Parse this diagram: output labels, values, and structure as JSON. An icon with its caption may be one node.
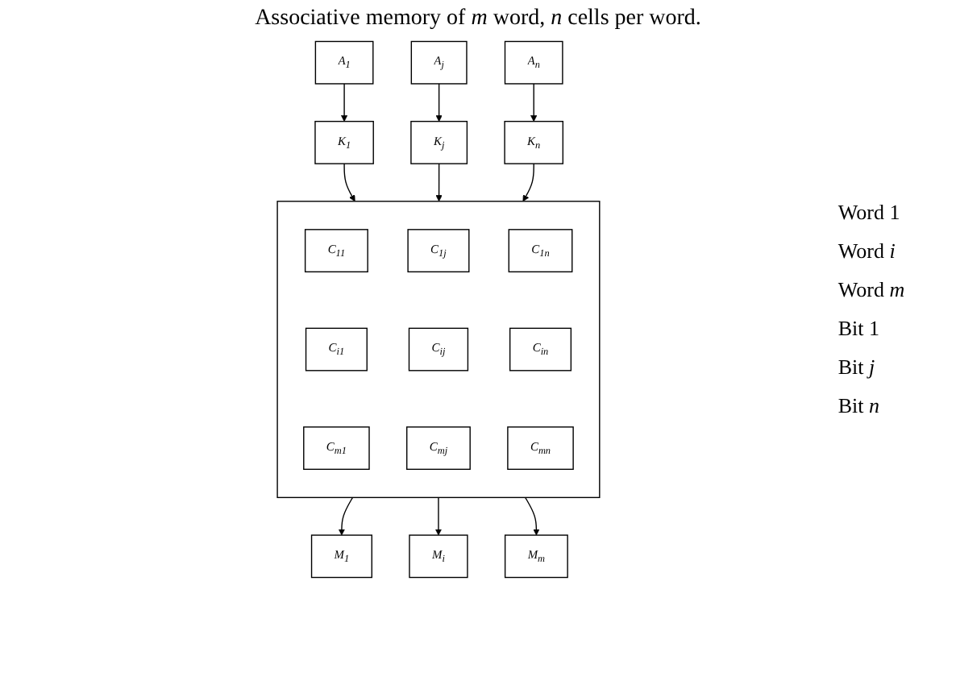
{
  "diagram": {
    "title": "Associative memory of *m* word, *n* cells per word.",
    "nodes": [
      {
        "text": [
          "A$_{1}$"
        ]
      },
      {
        "text": [
          "A$_{j}$"
        ]
      },
      {
        "text": [
          "A$_{n}$"
        ]
      },
      {
        "text": [
          "K$_{1}$"
        ]
      },
      {
        "text": [
          "K$_{j}$"
        ]
      },
      {
        "text": [
          "K$_{n}$"
        ]
      },
      {
        "text": [],
        "shape": "box"
      },
      {
        "text": [
          "C$_{11}$"
        ],
        "in": 6
      },
      {
        "text": [
          "C$_{1j}$"
        ],
        "in": 6
      },
      {
        "text": [
          "C$_{1n}$"
        ],
        "in": 6
      },
      {
        "text": [
          "M$_{1}$"
        ]
      },
      {
        "text": [
          "C$_{i1}$"
        ],
        "in": 6
      },
      {
        "text": [
          "C$_{ij}$"
        ],
        "in": 6
      },
      {
        "text": [
          "C$_{in}$"
        ],
        "in": 6
      },
      {
        "text": [
          "M$_{i}$"
        ]
      },
      {
        "text": [
          "C$_{m1}$"
        ],
        "in": 6
      },
      {
        "text": [
          "C$_{mj}$"
        ],
        "in": 6
      },
      {
        "text": [
          "C$_{mn}$"
        ],
        "in": 6
      },
      {
        "text": [
          "M$_{m}$"
        ]
      }
    ],
    "edges": [
      {
        "from": 0,
        "to": 3,
        "arrow": "to"
      },
      {
        "from": 1,
        "to": 4,
        "arrow": "to"
      },
      {
        "from": 2,
        "to": 5,
        "arrow": "to"
      },
      {
        "from": 3,
        "to": 6,
        "arrow": "to"
      },
      {
        "from": 4,
        "to": 6,
        "arrow": "to"
      },
      {
        "from": 5,
        "to": 6,
        "arrow": "to"
      },
      {
        "from": 6,
        "to": 10,
        "arrow": "to"
      },
      {
        "from": 6,
        "to": 14,
        "arrow": "to"
      },
      {
        "from": 6,
        "to": 18,
        "arrow": "to"
      }
    ],
    "labels": [
      "Word 1",
      "Word *i*",
      "Word *m*",
      "Bit 1",
      "Bit *j*",
      "Bit *n*"
    ]
  }
}
